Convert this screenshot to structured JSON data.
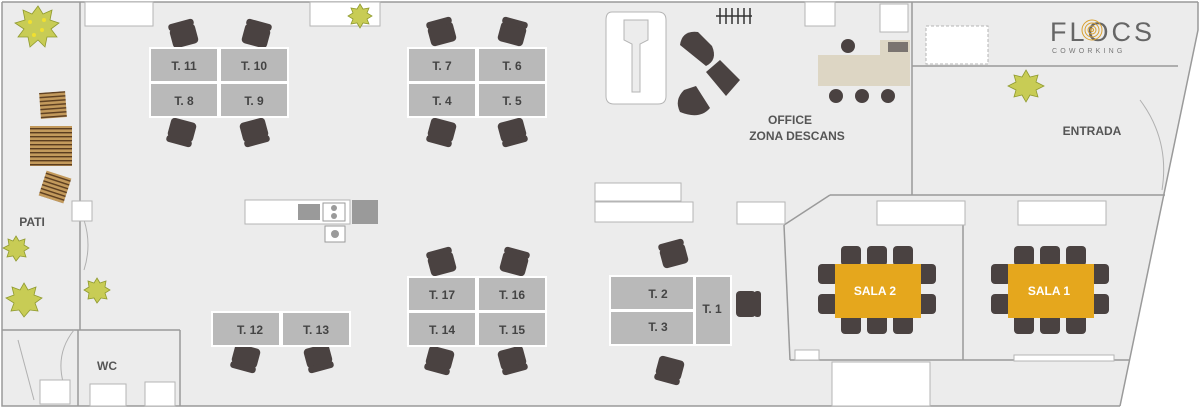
{
  "logo": {
    "title": "FLOCS",
    "subtitle": "COWORKING"
  },
  "rooms": {
    "patio": "PATI",
    "wc": "WC",
    "office_line1": "OFFICE",
    "office_line2": "ZONA DESCANS",
    "entrance": "ENTRADA"
  },
  "tables": [
    "T. 11",
    "T. 10",
    "T. 8",
    "T. 9",
    "T. 7",
    "T. 6",
    "T. 4",
    "T. 5",
    "T. 17",
    "T. 16",
    "T. 14",
    "T. 15",
    "T. 12",
    "T. 13",
    "T. 2",
    "T. 3",
    "T. 1"
  ],
  "meeting_rooms": [
    "SALA 2",
    "SALA 1"
  ],
  "colors": {
    "floor": "#ececec",
    "desk": "#b9b9b9",
    "chair": "#4a4241",
    "meeting_table": "#e5a71d",
    "kitchen_counter": "#ddd6c4",
    "plant": "#c8cc55"
  }
}
